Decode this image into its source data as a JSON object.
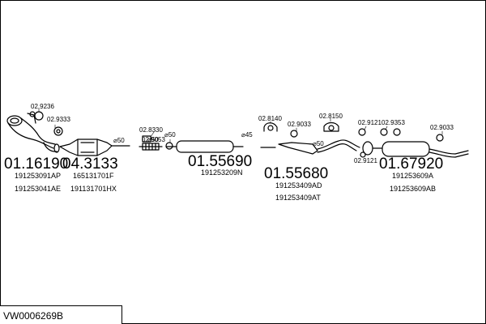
{
  "diagram_code": "VW0006269B",
  "parts": [
    {
      "main": "01.16190",
      "refs": [
        "191253091AP",
        "191253041AE"
      ]
    },
    {
      "main": "04.3133",
      "refs": [
        "165131701F",
        "191131701HX"
      ]
    },
    {
      "main": "01.55690",
      "refs": [
        "191253209N"
      ]
    },
    {
      "main": "01.55680",
      "refs": [
        "191253409AD",
        "191253409AT"
      ]
    },
    {
      "main": "01.67920",
      "refs": [
        "191253609A",
        "191253609AB"
      ]
    }
  ],
  "accessories": [
    "02.9236",
    "02.9333",
    "02.8330",
    "02.9053",
    "02.8140",
    "02.9033",
    "02.8150",
    "02.9121",
    "02.9353",
    "02.9033",
    "02.9121"
  ],
  "diameters": [
    "⌀50",
    "⌀50",
    "⌀50",
    "⌀45",
    "⌀50"
  ]
}
